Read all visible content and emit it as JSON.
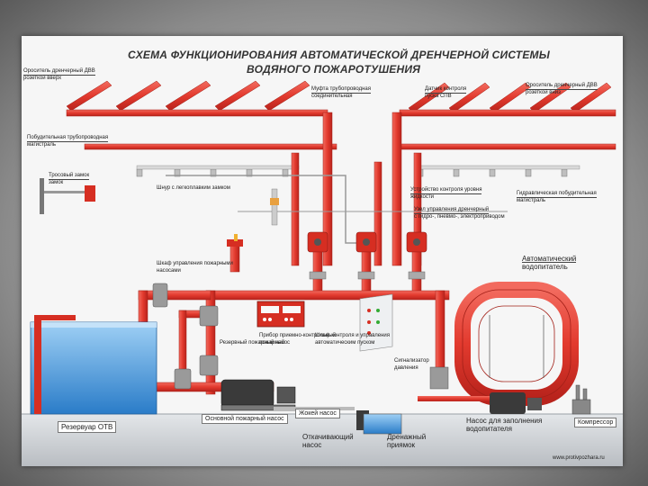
{
  "title": {
    "line1": "СХЕМА ФУНКЦИОНИРОВАНИЯ АВТОМАТИЧЕСКОЙ ДРЕНЧЕРНОЙ СИСТЕМЫ",
    "line2": "ВОДЯНОГО ПОЖАРОТУШЕНИЯ"
  },
  "labels": {
    "sprinklers_left": "Ороситель дренчерный ДВВ",
    "sprinklers_left2": "розеткой вверх",
    "sprinklers_right": "Ороситель дренчерный ДВВ",
    "sprinklers_right2": "розеткой вниз",
    "trigger_line": "Побудительная трубопроводная",
    "trigger_line2": "магистраль",
    "pressure_valve": "Муфта трубопроводная",
    "pressure_valve2": "соединительная",
    "signal_valve": "Датчик контроля",
    "signal_valve2": "пуска СПВ",
    "thermo_lock": "Тросовый замок",
    "thermo_lock2": "замок",
    "cable": "Шнур с легкоплавким замком",
    "control_unit": "Устройство контроля уровня",
    "control_unit2": "жидкости",
    "hydro_trigger": "Гидравлическая побудительная",
    "hydro_trigger2": "магистраль",
    "control_node": "Узел управления дренчерный",
    "control_node2": "с гидро-, пневмо-, электроприводом",
    "auto_feeder": "Автоматический",
    "auto_feeder2": "водопитатель",
    "reservoir": "Резервуар ОТВ",
    "jockey": "Жокей насос",
    "main_pump": "Основной пожарный насос",
    "drain_pit": "Дренажный",
    "drain_pit2": "приямок",
    "drain_pump": "Откачивающий",
    "drain_pump2": "насос",
    "fill_pump": "Насос для заполнения",
    "fill_pump2": "водопитателя",
    "compressor": "Компрессор",
    "pump_control": "Шкаф управления пожарными",
    "pump_control2": "насосами",
    "signal_panel": "Прибор приемно-контрольный",
    "signal_panel2": "пожарный",
    "control_cabinet": "Шкаф контроля и управления",
    "control_cabinet2": "автоматическим пуском",
    "flow_meter": "Сигнализатор",
    "flow_meter2": "давления",
    "reserve_pump": "Резервный пожарный насос",
    "footer": "www.protivpozhara.ru"
  },
  "colors": {
    "pipe": "#e8473c",
    "pipe_dark": "#b8231c",
    "water": "#3d8fd8",
    "equipment": "#3a3a3a",
    "floor": "#cfd2d6"
  }
}
